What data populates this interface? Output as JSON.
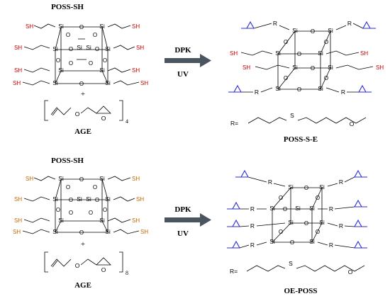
{
  "top": {
    "reactant_name": "POSS-SH",
    "plus": "+",
    "co_reactant_name": "AGE",
    "subscript": "4",
    "arrow_top_label": "DPK",
    "arrow_bottom_label": "UV",
    "product_name": "POSS-S-E",
    "r_label": "R="
  },
  "bottom": {
    "reactant_name": "POSS-SH",
    "plus": "+",
    "co_reactant_name": "AGE",
    "subscript": "8",
    "arrow_top_label": "DPK",
    "arrow_bottom_label": "UV",
    "product_name": "OE-POSS",
    "r_label": "R="
  },
  "atoms": {
    "si": "Si",
    "o": "O",
    "s": "S",
    "sh": "SH",
    "r": "R"
  },
  "colors": {
    "thiol_top": "#d10000",
    "thiol_bottom": "#c46a00",
    "epoxide": "#2b2bd6",
    "arrow": "#4a5560"
  }
}
